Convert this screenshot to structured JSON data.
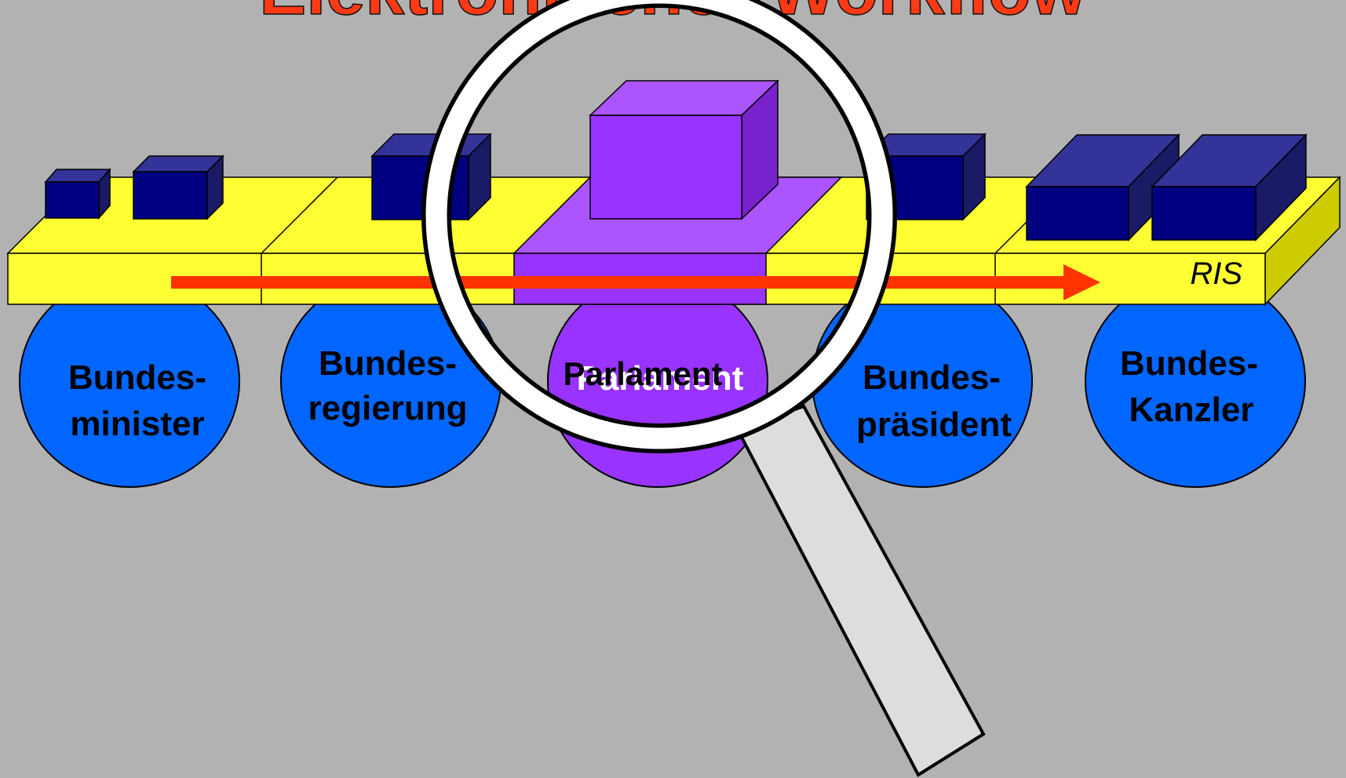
{
  "title": "Elektronischer Workflow",
  "belt_label": "RIS",
  "nodes": [
    {
      "line1": "Bundes-",
      "line2": "minister"
    },
    {
      "line1": "Bundes-",
      "line2": "regierung"
    },
    {
      "line1": "Parlament",
      "line2": ""
    },
    {
      "line1": "Bundes-",
      "line2": "präsident"
    },
    {
      "line1": "Bundes-",
      "line2": "Kanzler"
    }
  ],
  "colors": {
    "background": "#b2b2b2",
    "belt": "#ffff33",
    "belt_highlight": "#9933ff",
    "node": "#0066ff",
    "box": "#000080",
    "arrow": "#ff3300",
    "title": "#ff3a14"
  }
}
